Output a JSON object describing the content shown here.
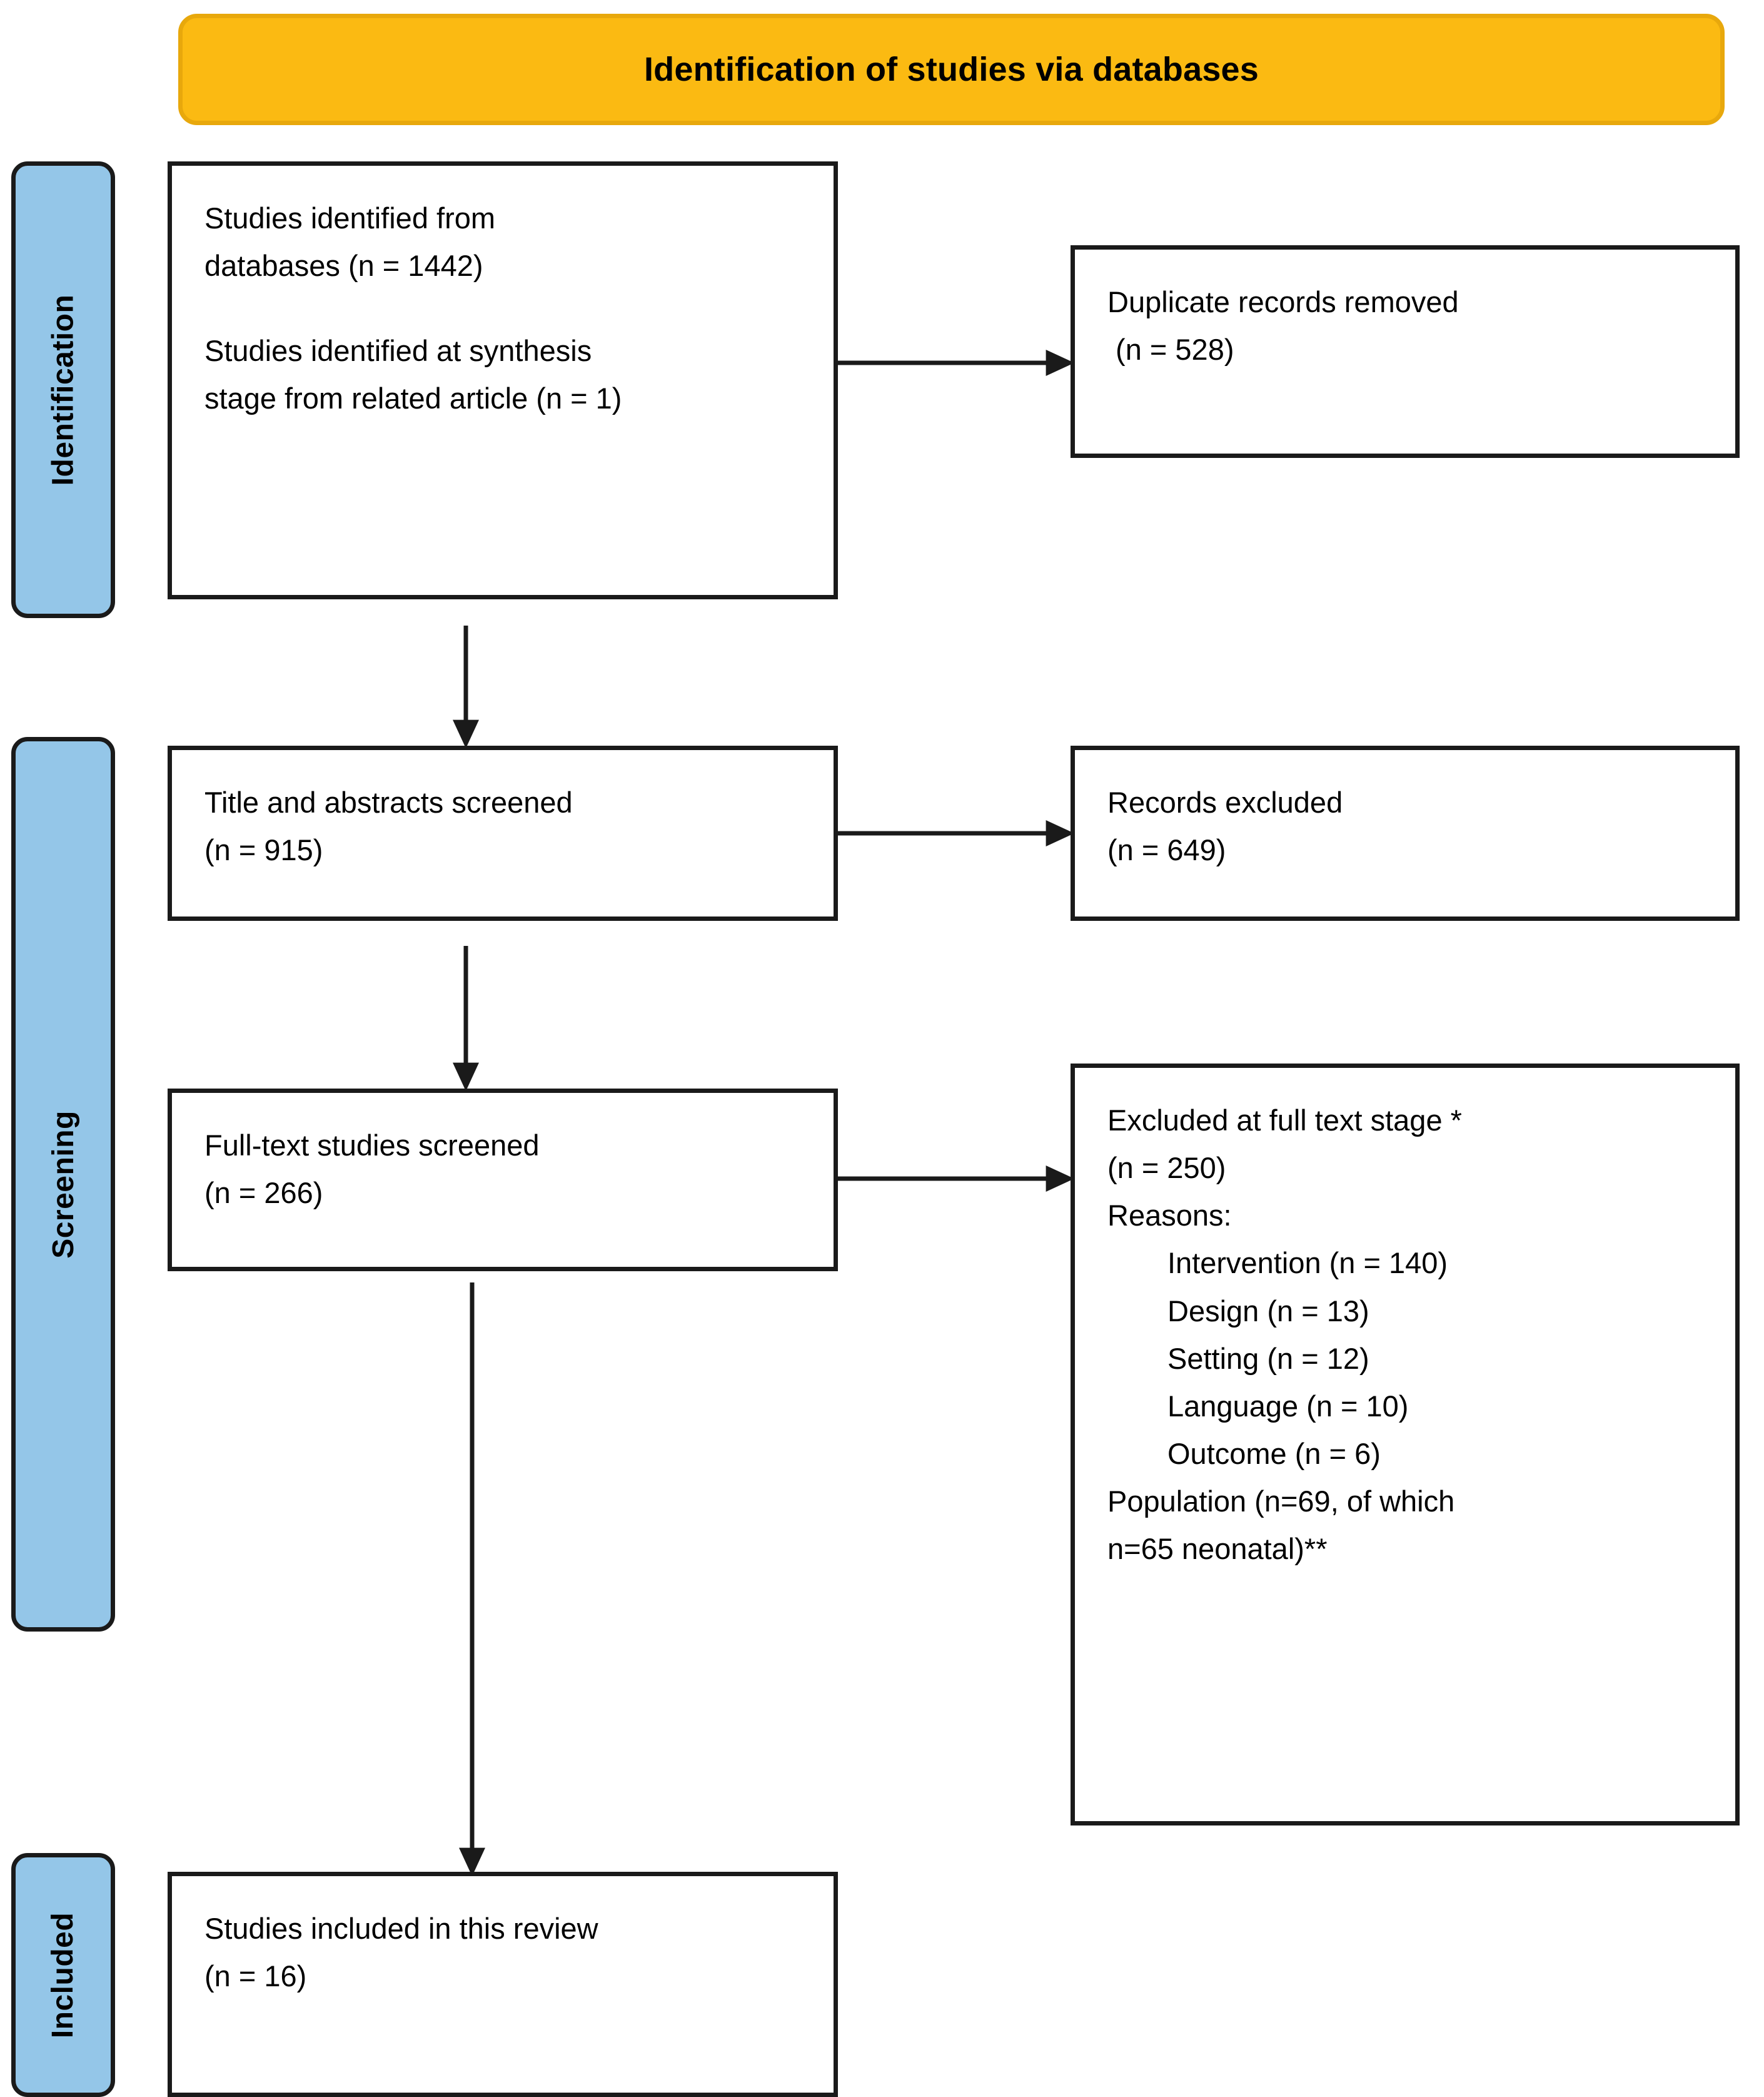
{
  "header": {
    "title": "Identification of studies via databases"
  },
  "stages": [
    {
      "id": "identification",
      "label": "Identification"
    },
    {
      "id": "screening",
      "label": "Screening"
    },
    {
      "id": "included",
      "label": "Included"
    }
  ],
  "boxes": {
    "identified": {
      "lines": [
        "Studies identified from",
        "databases (n = 1442)",
        "",
        "Studies identified at synthesis",
        "stage from related article (n = 1)"
      ]
    },
    "duplicates": {
      "lines": [
        "Duplicate records removed",
        " (n = 528)"
      ]
    },
    "title_screened": {
      "lines": [
        "Title and abstracts screened",
        "(n = 915)"
      ]
    },
    "records_excluded": {
      "lines": [
        "Records excluded",
        "(n = 649)"
      ]
    },
    "fulltext_screened": {
      "lines": [
        "Full-text studies screened",
        "(n = 266)"
      ]
    },
    "excluded_fulltext": {
      "header_line": "Excluded at full text stage *",
      "count_line": "(n = 250)",
      "reasons_label": "Reasons:",
      "reasons": [
        "Intervention (n = 140)",
        "Design (n = 13)",
        "Setting (n = 12)",
        "Language (n = 10)",
        "Outcome (n = 6)",
        "Population (n=69, of which"
      ],
      "reasons_continuation": "n=65 neonatal)**"
    },
    "included": {
      "lines": [
        "Studies included in this review",
        "(n = 16)"
      ]
    }
  },
  "colors": {
    "banner_fill": "#FBBA12",
    "banner_border": "#E8A80C",
    "stage_fill": "#94C6E8",
    "box_border": "#1A1A1A",
    "box_fill": "#FFFFFF",
    "connector": "#1A1A1A",
    "text": "#000000"
  },
  "flow_counts": {
    "identified_databases": 1442,
    "identified_synthesis": 1,
    "duplicates_removed": 528,
    "title_abstract_screened": 915,
    "records_excluded": 649,
    "fulltext_screened": 266,
    "excluded_fulltext": 250,
    "reason_intervention": 140,
    "reason_design": 13,
    "reason_setting": 12,
    "reason_language": 10,
    "reason_outcome": 6,
    "reason_population": 69,
    "reason_population_neonatal": 65,
    "included": 16
  }
}
